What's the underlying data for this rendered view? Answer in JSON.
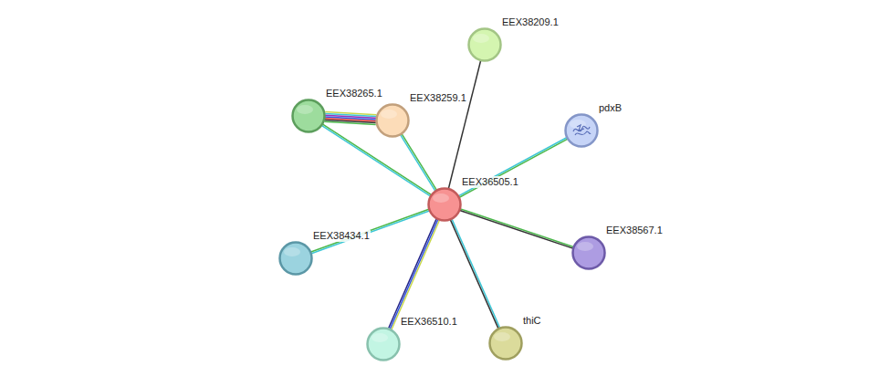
{
  "diagram": {
    "nodes": [
      {
        "text": [
          "EEX38209.1"
        ]
      },
      {
        "text": [
          "EEX38265.1"
        ]
      },
      {
        "text": [
          "EEX38259.1"
        ]
      },
      {
        "text": [
          "pdxB"
        ]
      },
      {
        "text": [
          "EEX36505.1"
        ]
      },
      {
        "text": [
          "EEX38567.1"
        ]
      },
      {
        "text": [
          "EEX38434.1"
        ]
      },
      {
        "text": [
          "EEX36510.1"
        ]
      },
      {
        "text": [
          "thiC"
        ]
      }
    ],
    "edges": [
      {
        "from": 4,
        "to": 0,
        "arrow": "none"
      },
      {
        "from": 4,
        "to": 1,
        "arrow": "none"
      },
      {
        "from": 4,
        "to": 2,
        "arrow": "none"
      },
      {
        "from": 4,
        "to": 3,
        "arrow": "none"
      },
      {
        "from": 4,
        "to": 5,
        "arrow": "none"
      },
      {
        "from": 4,
        "to": 6,
        "arrow": "none"
      },
      {
        "from": 4,
        "to": 7,
        "arrow": "none"
      },
      {
        "from": 4,
        "to": 8,
        "arrow": "none"
      },
      {
        "from": 1,
        "to": 2,
        "arrow": "none"
      }
    ]
  }
}
